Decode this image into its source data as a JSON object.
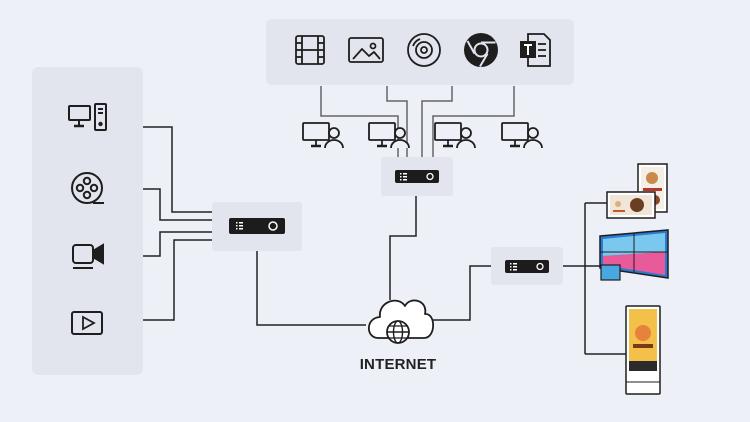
{
  "internet_label": "INTERNET",
  "colors": {
    "background": "#eef0f8",
    "panel": "#e3e5ee",
    "line": "#222222",
    "device": "#1c1c1c",
    "icon": "#1e1e1e"
  },
  "icons": {
    "sources": [
      "desktop-computer-icon",
      "film-reel-icon",
      "video-camera-icon",
      "play-button-icon"
    ],
    "content": [
      "film-strip-icon",
      "image-icon",
      "disc-icon",
      "chrome-browser-icon",
      "teams-document-icon"
    ],
    "users": [
      "user-workstation-icon",
      "user-workstation-icon",
      "user-workstation-icon",
      "user-workstation-icon"
    ],
    "players": [
      "media-player-left",
      "media-player-top",
      "media-player-right"
    ],
    "network": "cloud-globe-icon",
    "displays": [
      "poster-display-group",
      "video-wall-display",
      "kiosk-totem-display"
    ]
  }
}
